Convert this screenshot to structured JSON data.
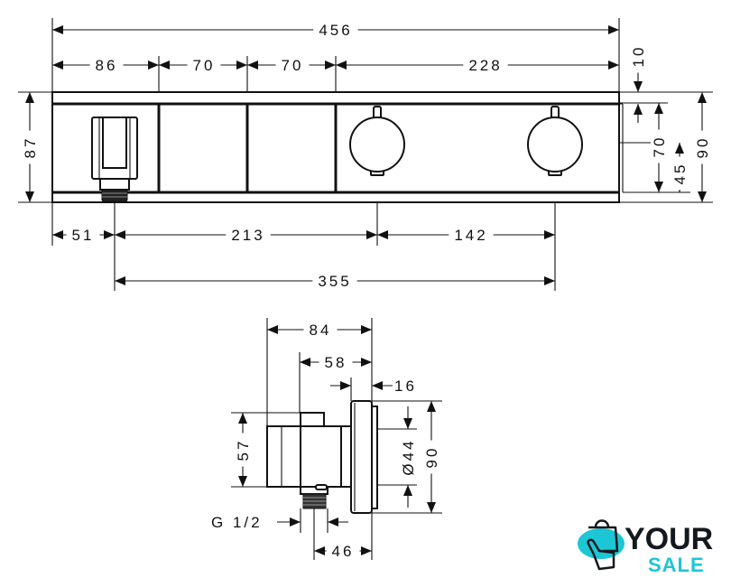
{
  "drawing": {
    "front_view": {
      "overall_width": "456",
      "segment_widths": [
        "86",
        "70",
        "70",
        "228"
      ],
      "height_left": "87",
      "top_offset": "10",
      "knob_height": "70",
      "knob_center": "45",
      "total_height": "90",
      "outlet_offset": "51",
      "outlet_to_knob": "213",
      "knob_spacing": "142",
      "outlet_to_knob2": "355"
    },
    "side_view": {
      "total_depth": "84",
      "body_depth": "58",
      "plate_depth": "16",
      "body_height": "57",
      "knob_diameter": "Ø44",
      "plate_height": "90",
      "thread_label": "G 1/2",
      "thread_offset": "46"
    }
  },
  "logo": {
    "word1": "YOUR",
    "word2": "SALE",
    "colors": {
      "accent": "#1cc6d4",
      "dark": "#14181f"
    }
  }
}
